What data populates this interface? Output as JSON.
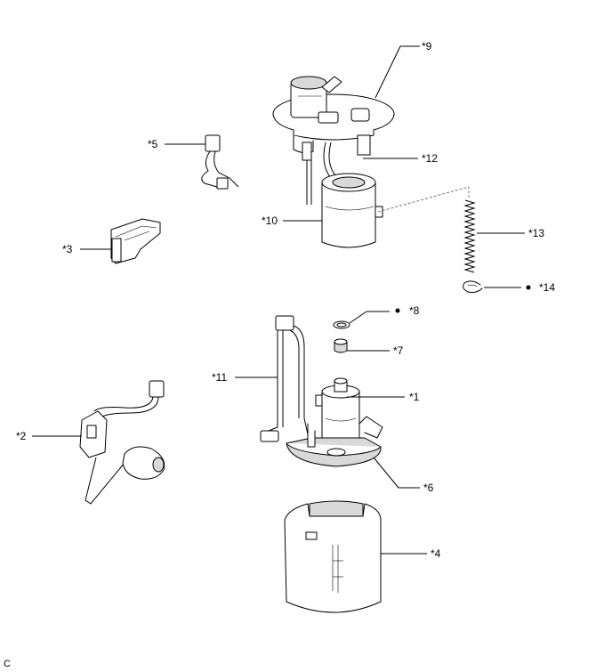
{
  "labels": {
    "p1": "*1",
    "p2": "*2",
    "p3": "*3",
    "p4": "*4",
    "p5": "*5",
    "p6": "*6",
    "p7": "*7",
    "p8": "*8",
    "p9": "*9",
    "p10": "*10",
    "p11": "*11",
    "p12": "*12",
    "p13": "*13",
    "p14": "*14"
  },
  "footer": {
    "code": "C"
  }
}
